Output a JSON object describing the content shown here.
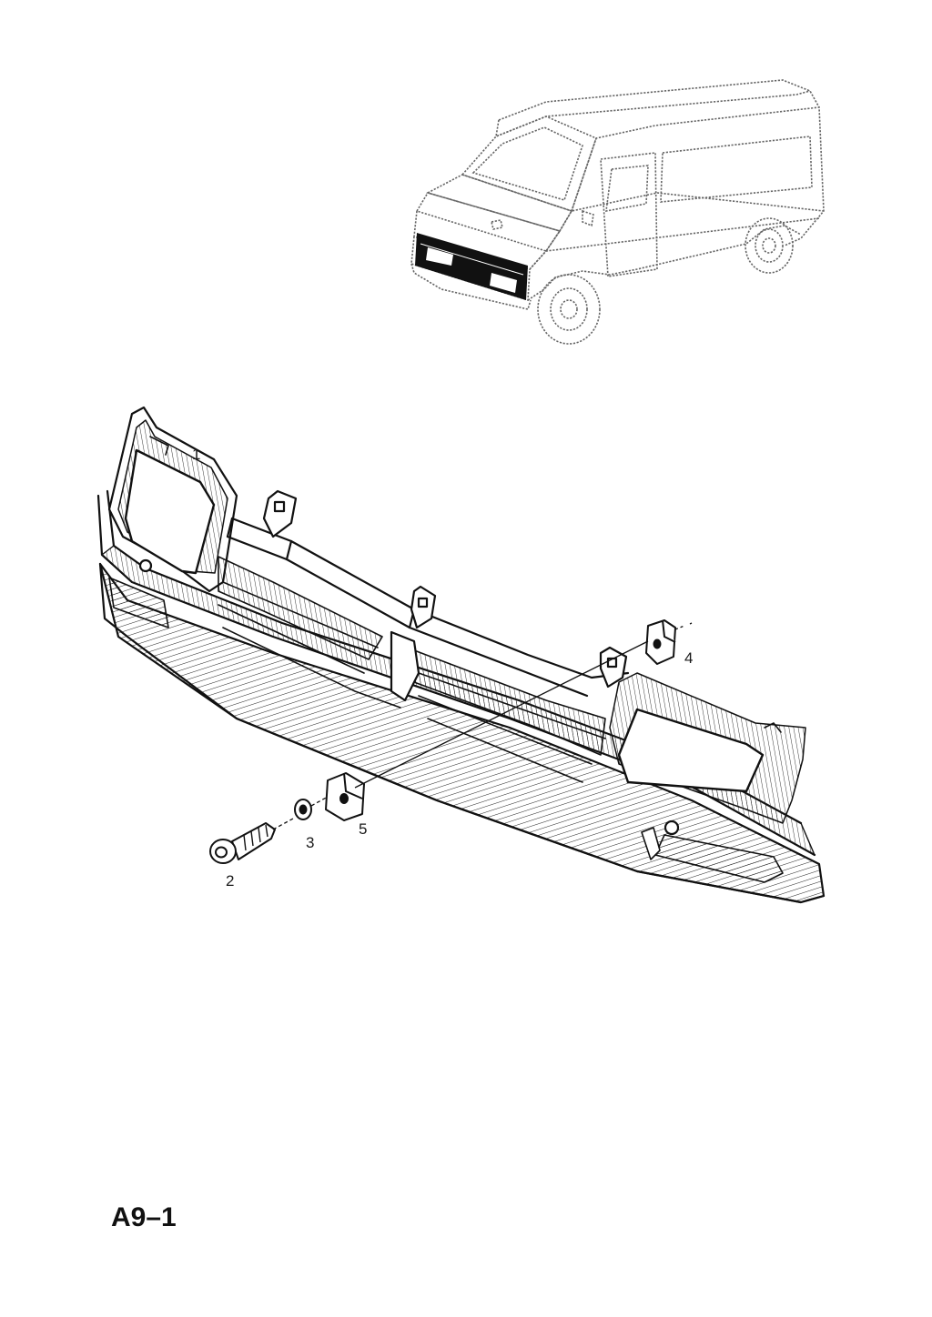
{
  "diagram": {
    "page_code": "A9–1",
    "callouts": [
      {
        "id": "1",
        "label": "1",
        "part": "grille"
      },
      {
        "id": "2",
        "label": "2",
        "part": "screw"
      },
      {
        "id": "3",
        "label": "3",
        "part": "washer"
      },
      {
        "id": "4",
        "label": "4",
        "part": "clip-upper"
      },
      {
        "id": "5",
        "label": "5",
        "part": "clip-lower"
      }
    ]
  }
}
